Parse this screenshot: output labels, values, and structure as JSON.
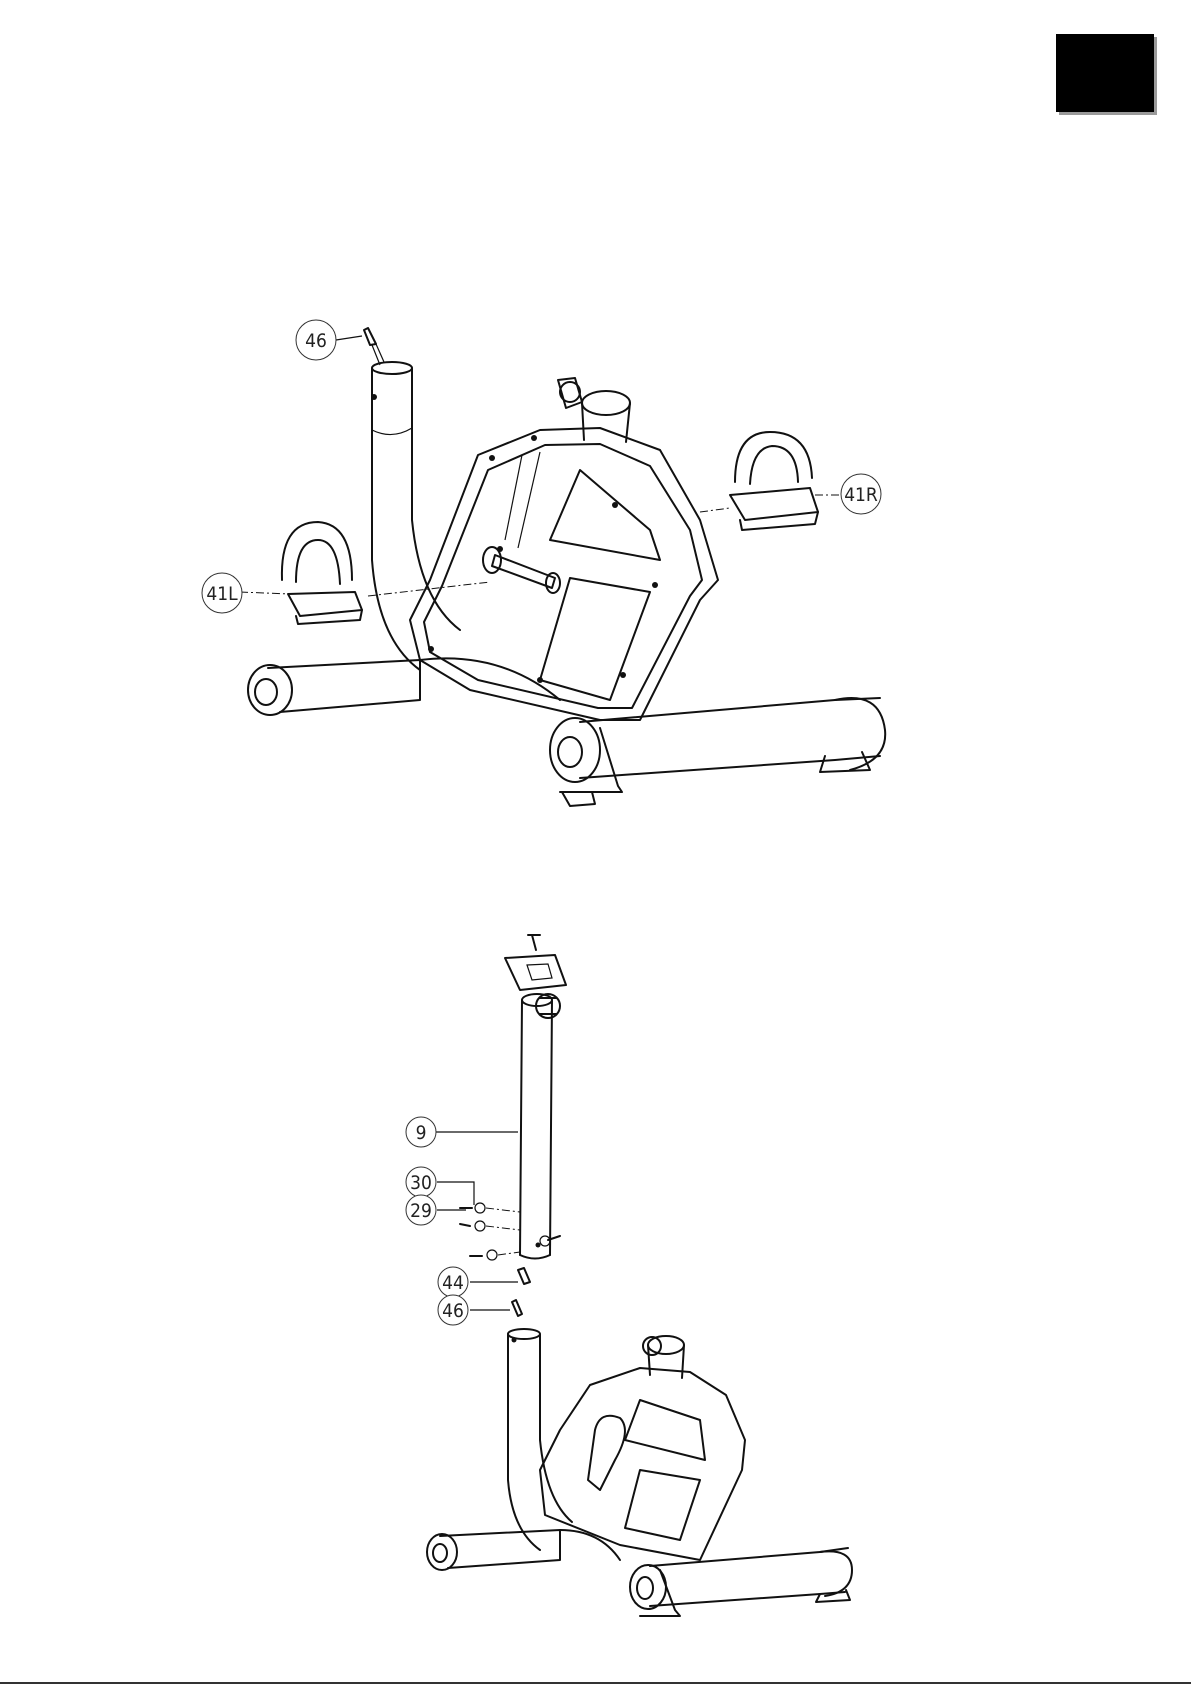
{
  "step_marker": {
    "color": "#000000"
  },
  "figure_top": {
    "callouts": [
      {
        "id": "46",
        "label": "46"
      },
      {
        "id": "41R",
        "label": "41R"
      },
      {
        "id": "41L",
        "label": "41L"
      }
    ]
  },
  "figure_bottom": {
    "callouts": [
      {
        "id": "9",
        "label": "9"
      },
      {
        "id": "30",
        "label": "30"
      },
      {
        "id": "29",
        "label": "29"
      },
      {
        "id": "44",
        "label": "44"
      },
      {
        "id": "46",
        "label": "46"
      }
    ]
  }
}
